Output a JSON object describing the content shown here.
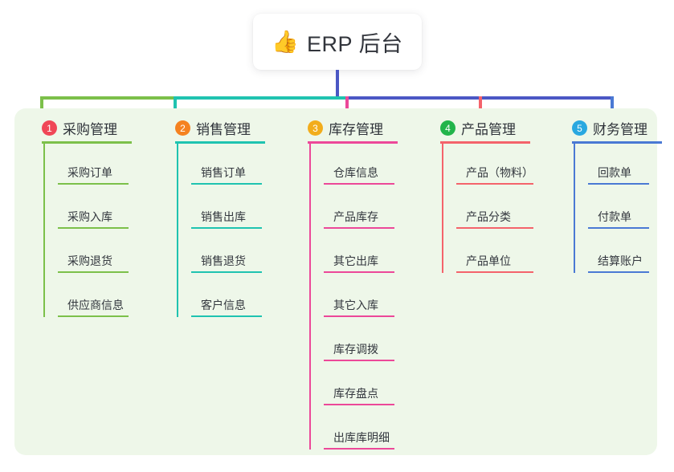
{
  "root": {
    "emoji": "👍",
    "emoji_name": "thumbs-up-icon",
    "title": "ERP 后台"
  },
  "palette": {
    "root_stem": "#4b57c4",
    "panel_bg": "#eef7e9",
    "page_bg": "#ffffff",
    "text": "#33373e"
  },
  "branches": [
    {
      "index": "1",
      "name": "采购管理",
      "line_color": "#7cc04a",
      "badge_color": "#f04757",
      "items": [
        "采购订单",
        "采购入库",
        "采购退货",
        "供应商信息"
      ]
    },
    {
      "index": "2",
      "name": "销售管理",
      "line_color": "#1fc3b0",
      "badge_color": "#f58220",
      "items": [
        "销售订单",
        "销售出库",
        "销售退货",
        "客户信息"
      ]
    },
    {
      "index": "3",
      "name": "库存管理",
      "line_color": "#ec4899",
      "badge_color": "#f2ad1c",
      "items": [
        "仓库信息",
        "产品库存",
        "其它出库",
        "其它入库",
        "库存调拨",
        "库存盘点",
        "出库库明细"
      ]
    },
    {
      "index": "4",
      "name": "产品管理",
      "line_color": "#f4636b",
      "badge_color": "#22b44b",
      "items": [
        "产品（物料）",
        "产品分类",
        "产品单位"
      ]
    },
    {
      "index": "5",
      "name": "财务管理",
      "line_color": "#4a79d4",
      "badge_color": "#29a8e0",
      "items": [
        "回款单",
        "付款单",
        "结算账户"
      ]
    }
  ]
}
